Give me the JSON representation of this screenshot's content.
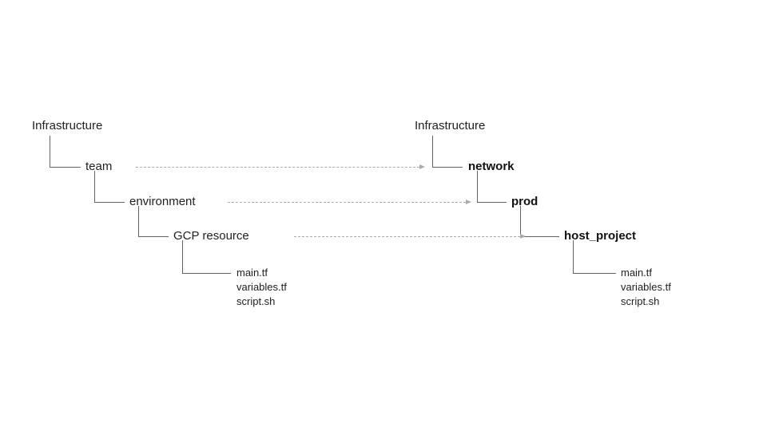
{
  "left_tree": {
    "root": "Infrastructure",
    "level1": "team",
    "level2": "environment",
    "level3": "GCP resource",
    "files": [
      "main.tf",
      "variables.tf",
      "script.sh"
    ]
  },
  "right_tree": {
    "root": "Infrastructure",
    "level1": "network",
    "level2": "prod",
    "level3": "host_project",
    "files": [
      "main.tf",
      "variables.tf",
      "script.sh"
    ]
  },
  "colors": {
    "background": "#ffffff",
    "text": "#212121",
    "connector_line": "#5f6368",
    "arrow_dashed": "#aaaaaa"
  }
}
